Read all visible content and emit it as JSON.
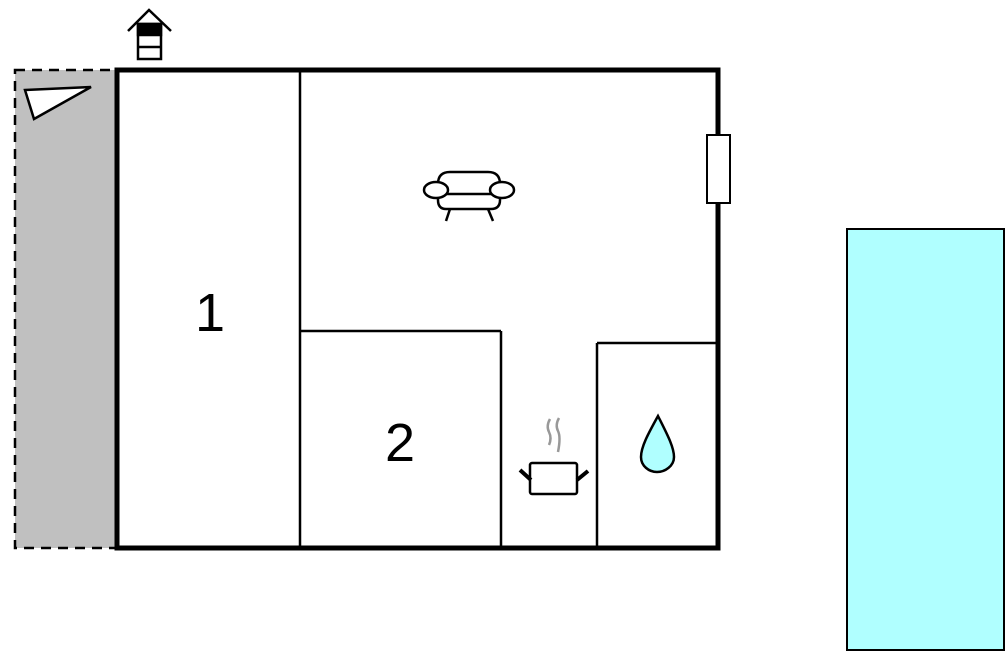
{
  "diagram": {
    "type": "floor-plan",
    "colors": {
      "wall": "#000000",
      "terrace": "#c0c0c0",
      "pool": "#b0ffff",
      "water_drop": "#b0ffff",
      "steam": "#999999",
      "background": "#ffffff"
    },
    "rooms": [
      {
        "id": "bedroom-1",
        "label": "1"
      },
      {
        "id": "bedroom-2",
        "label": "2"
      },
      {
        "id": "living-room",
        "icon": "sofa-icon"
      },
      {
        "id": "kitchen",
        "icon": "cooking-pot-icon"
      },
      {
        "id": "bathroom",
        "icon": "water-drop-icon"
      }
    ],
    "features": {
      "entrance": "entrance-house-icon",
      "terrace": "terrace-area",
      "terrace_icon": "terrace-triangle-icon",
      "window": "window-icon",
      "pool": "swimming-pool"
    }
  }
}
